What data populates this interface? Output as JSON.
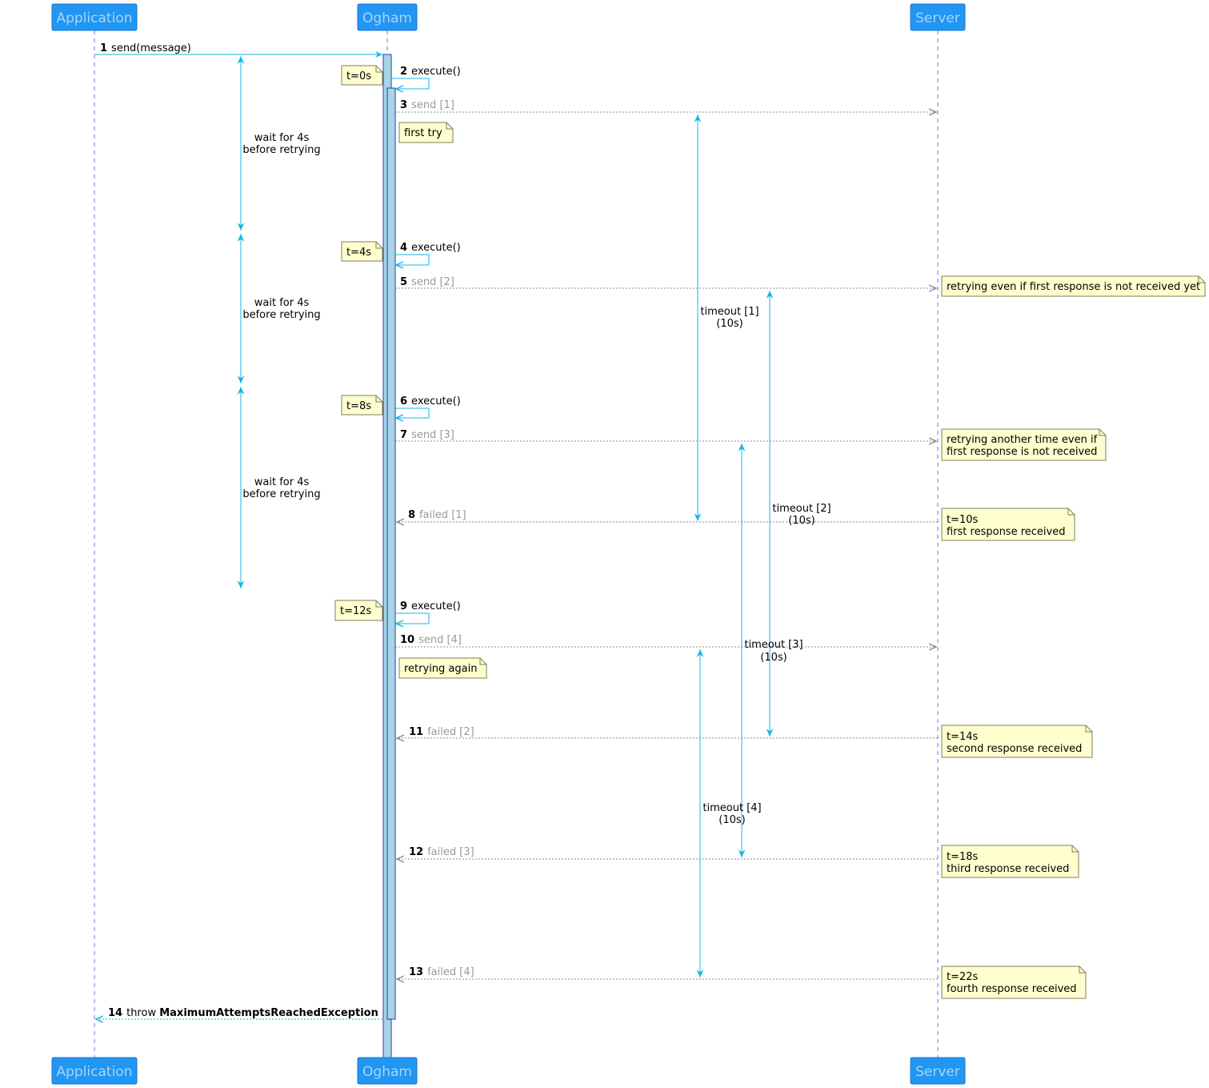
{
  "participants": [
    {
      "id": "app",
      "name": "Application"
    },
    {
      "id": "ogham",
      "name": "Ogham"
    },
    {
      "id": "server",
      "name": "Server"
    }
  ],
  "colors": {
    "participant_fill": "#2196f3",
    "participant_text": "#a8d4f7",
    "lifeline": "#6f77d6",
    "activation_fill": "#a8d4e6",
    "activation_stroke": "#1f3fa8",
    "arrow_solid": "#16b6e8",
    "arrow_dotted": "#8e8e8e",
    "note_fill": "#fefece",
    "note_stroke": "#7f7f5f",
    "span": "#16b6e8"
  },
  "messages": [
    {
      "num": "1",
      "text": "send(message)",
      "style": "solid"
    },
    {
      "num": "2",
      "text": "execute()",
      "style": "self"
    },
    {
      "num": "3",
      "text": "send [1]",
      "style": "dotted"
    },
    {
      "num": "4",
      "text": "execute()",
      "style": "self"
    },
    {
      "num": "5",
      "text": "send [2]",
      "style": "dotted"
    },
    {
      "num": "6",
      "text": "execute()",
      "style": "self"
    },
    {
      "num": "7",
      "text": "send [3]",
      "style": "dotted"
    },
    {
      "num": "8",
      "text": "failed [1]",
      "style": "dotted-return"
    },
    {
      "num": "9",
      "text": "execute()",
      "style": "self"
    },
    {
      "num": "10",
      "text": "send [4]",
      "style": "dotted"
    },
    {
      "num": "11",
      "text": "failed [2]",
      "style": "dotted-return"
    },
    {
      "num": "12",
      "text": "failed [3]",
      "style": "dotted-return"
    },
    {
      "num": "13",
      "text": "failed [4]",
      "style": "dotted-return"
    },
    {
      "num": "14",
      "text_prefix": "throw ",
      "text_bold": "MaximumAttemptsReachedException",
      "style": "return-to-app"
    }
  ],
  "notes": [
    {
      "id": "t0",
      "lines": [
        "t=0s"
      ]
    },
    {
      "id": "first",
      "lines": [
        "first try"
      ]
    },
    {
      "id": "t4",
      "lines": [
        "t=4s"
      ]
    },
    {
      "id": "retrying1",
      "lines": [
        "retrying even if first response is not received yet"
      ]
    },
    {
      "id": "t8",
      "lines": [
        "t=8s"
      ]
    },
    {
      "id": "retrying2",
      "lines": [
        "retrying another time even if",
        "first response is not received"
      ]
    },
    {
      "id": "t10",
      "lines": [
        "t=10s",
        "first response received"
      ]
    },
    {
      "id": "t12",
      "lines": [
        "t=12s"
      ]
    },
    {
      "id": "again",
      "lines": [
        "retrying again"
      ]
    },
    {
      "id": "t14",
      "lines": [
        "t=14s",
        "second response received"
      ]
    },
    {
      "id": "t18",
      "lines": [
        "t=18s",
        "third response received"
      ]
    },
    {
      "id": "t22",
      "lines": [
        "t=22s",
        "fourth response received"
      ]
    }
  ],
  "spans": [
    {
      "id": "wait1",
      "lines": [
        "wait for 4s",
        "before retrying"
      ]
    },
    {
      "id": "wait2",
      "lines": [
        "wait for 4s",
        "before retrying"
      ]
    },
    {
      "id": "wait3",
      "lines": [
        "wait for 4s",
        "before retrying"
      ]
    },
    {
      "id": "timeout1",
      "lines": [
        "timeout [1]",
        "(10s)"
      ]
    },
    {
      "id": "timeout2",
      "lines": [
        "timeout [2]",
        "(10s)"
      ]
    },
    {
      "id": "timeout3",
      "lines": [
        "timeout [3]",
        "(10s)"
      ]
    },
    {
      "id": "timeout4",
      "lines": [
        "timeout [4]",
        "(10s)"
      ]
    }
  ]
}
